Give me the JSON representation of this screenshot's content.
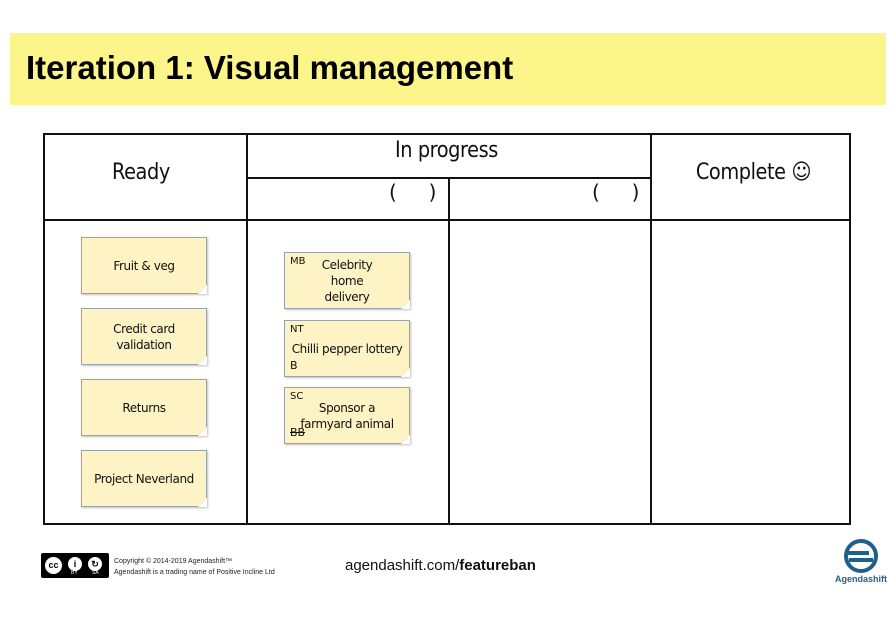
{
  "title": "Iteration 1: Visual management",
  "board": {
    "columns": {
      "ready": "Ready",
      "in_progress": "In progress",
      "complete": "Complete ☺"
    },
    "wip_limits": [
      "(     )",
      "(     )"
    ],
    "ready_cards": [
      "Fruit & veg",
      "Credit card validation",
      "Returns",
      "Project Neverland"
    ],
    "in_progress_cards": [
      {
        "initials": "MB",
        "text": "Celebrity home delivery",
        "mark": ""
      },
      {
        "initials": "NT",
        "text": "Chilli pepper lottery",
        "mark": "B"
      },
      {
        "initials": "SC",
        "text": "Sponsor a farmyard animal",
        "mark": "BB"
      }
    ]
  },
  "footer": {
    "cc_icon": "creative-commons-by-sa-icon",
    "cc_by": "BY",
    "cc_sa": "SA",
    "copyright_line1": "Copyright © 2014-2019 Agendashift™",
    "copyright_line2": "Agendashift is a trading name of Positive Incline Ltd",
    "url_prefix": "agendashift.com/",
    "url_bold": "featureban",
    "logo_text": "Agendashift",
    "logo_color": "#1f5f8b"
  }
}
